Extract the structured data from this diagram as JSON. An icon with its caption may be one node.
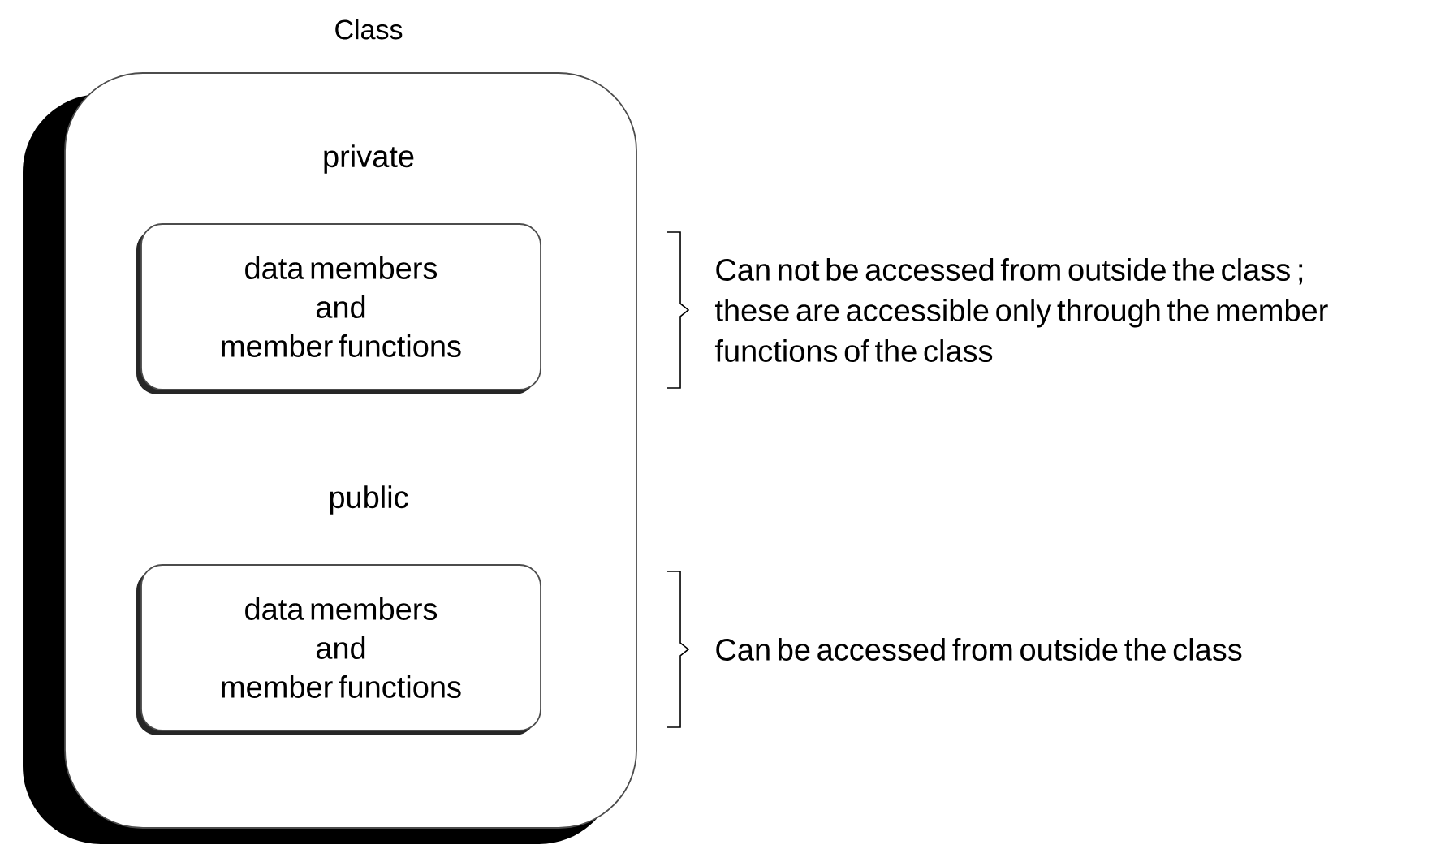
{
  "diagram": {
    "nodes": [
      {
        "text": [
          "Class",
          "private",
          "public"
        ]
      },
      {
        "text": [
          "data members and member functions"
        ],
        "in": 0
      },
      {
        "text": [
          "data members and member functions"
        ],
        "in": 0
      }
    ],
    "labels": [
      "Can not be accessed from outside the class ; these are accessible only through the member functions of the class",
      "Can be accessed from outside the class"
    ]
  }
}
